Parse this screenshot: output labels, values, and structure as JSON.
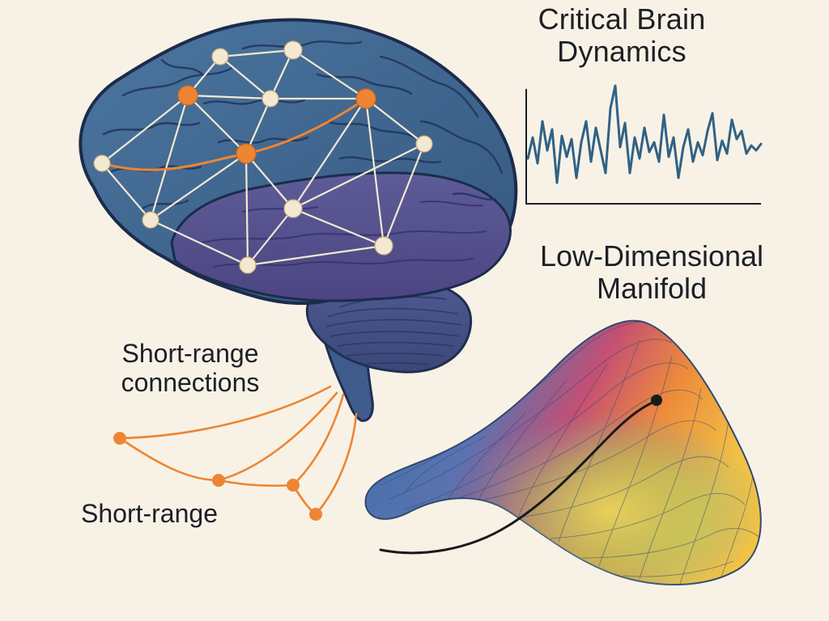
{
  "titles": {
    "critical_line1": "Critical Brain",
    "critical_line2": "Dynamics",
    "manifold_line1": "Low-Dimensional",
    "manifold_line2": "Manifold"
  },
  "labels": {
    "short_range_connections_line1": "Short-range",
    "short_range_connections_line2": "connections",
    "short_range": "Short-range"
  },
  "colors": {
    "background": "#f8f2e6",
    "brain_cortex": "#3f6590",
    "brain_temporal": "#574f8e",
    "network_node": "#f3e9d2",
    "hub_node": "#ee8533",
    "signal_trace": "#2f6286",
    "manifold_trajectory": "#1a1a1a"
  },
  "icons": [
    "brain-illustration",
    "network-graph",
    "signal-trace",
    "manifold-surface"
  ]
}
